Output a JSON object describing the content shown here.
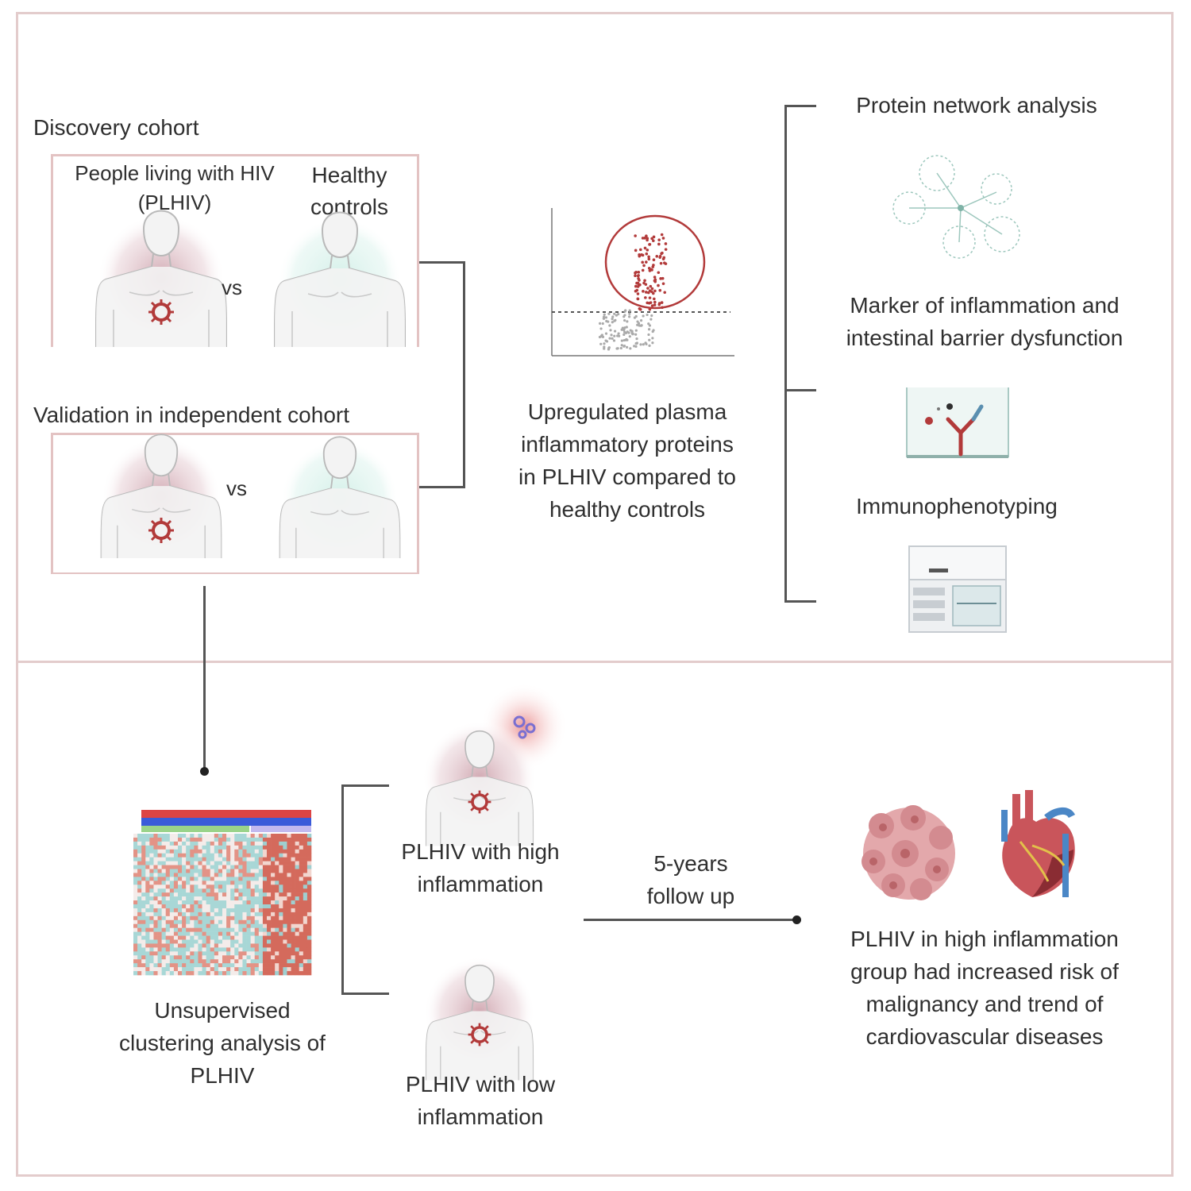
{
  "discovery": {
    "title": "Discovery cohort",
    "plhiv_line1": "People living with HIV",
    "plhiv_line2": "(PLHIV)",
    "healthy_line1": "Healthy",
    "healthy_line2": "controls",
    "vs": "vs"
  },
  "validation": {
    "title": "Validation in independent cohort",
    "vs": "vs"
  },
  "volcano": {
    "caption_lines": [
      "Upregulated plasma",
      "inflammatory proteins",
      "in PLHIV compared to",
      "healthy controls"
    ]
  },
  "right_panel": {
    "network_title": "Protein network analysis",
    "marker_line1": "Marker of inflammation and",
    "marker_line2": "intestinal barrier dysfunction",
    "immuno_title": "Immunophenotyping"
  },
  "clustering": {
    "caption_lines": [
      "Unsupervised",
      "clustering analysis of",
      "PLHIV"
    ]
  },
  "groups": {
    "high_line1": "PLHIV with high",
    "high_line2": "inflammation",
    "low_line1": "PLHIV with low",
    "low_line2": "inflammation"
  },
  "followup": {
    "line1": "5-years",
    "line2": "follow up"
  },
  "outcome": {
    "lines": [
      "PLHIV in high inflammation",
      "group had increased risk of",
      "malignancy and trend of",
      "cardiovascular diseases"
    ]
  },
  "colors": {
    "accent_red": "#b23a3a",
    "plhiv_glow": "#c99aa5",
    "healthy_glow": "#cfeee6",
    "frame": "#e3cccc"
  }
}
